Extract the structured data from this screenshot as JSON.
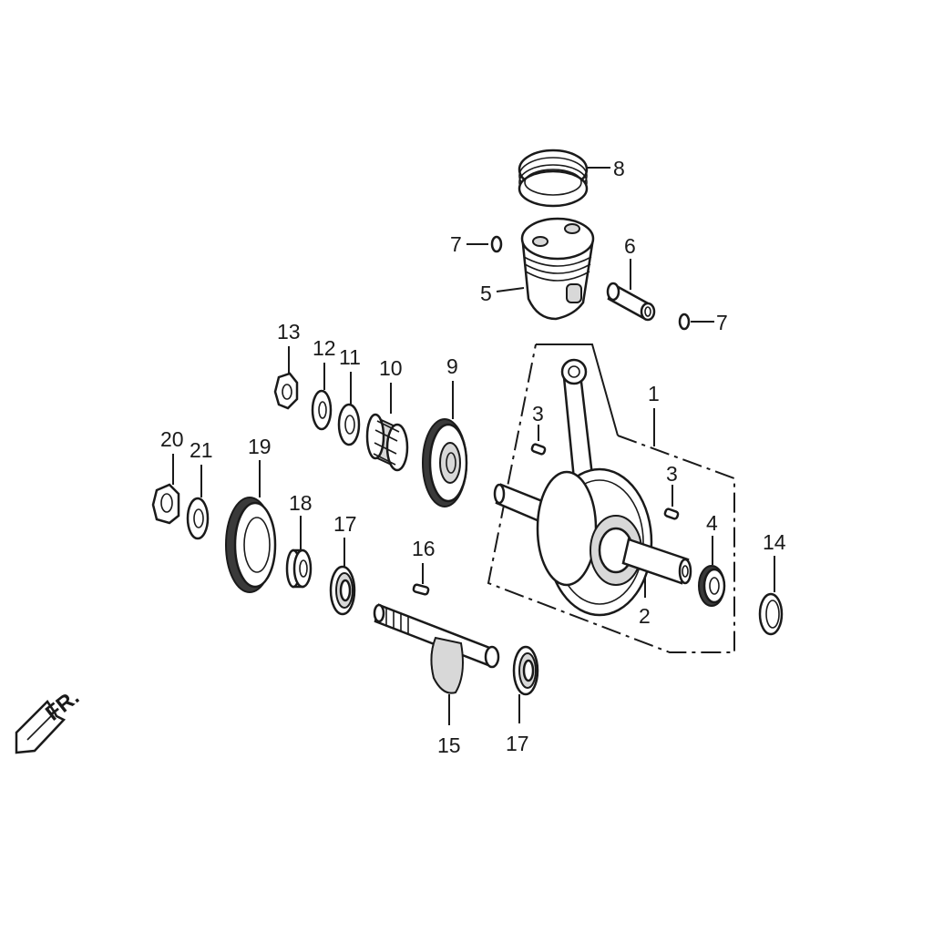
{
  "diagram": {
    "direction_label": "FR.",
    "callouts": {
      "p1": "1",
      "p2": "2",
      "p3a": "3",
      "p3b": "3",
      "p4": "4",
      "p5": "5",
      "p6": "6",
      "p7a": "7",
      "p7b": "7",
      "p8": "8",
      "p9": "9",
      "p10": "10",
      "p11": "11",
      "p12": "12",
      "p13": "13",
      "p14": "14",
      "p15": "15",
      "p16": "16",
      "p17a": "17",
      "p17b": "17",
      "p18": "18",
      "p19": "19",
      "p20": "20",
      "p21": "21"
    },
    "colors": {
      "line": "#1a1a1a",
      "fill": "#ffffff",
      "shade": "#d8d8d8"
    }
  }
}
